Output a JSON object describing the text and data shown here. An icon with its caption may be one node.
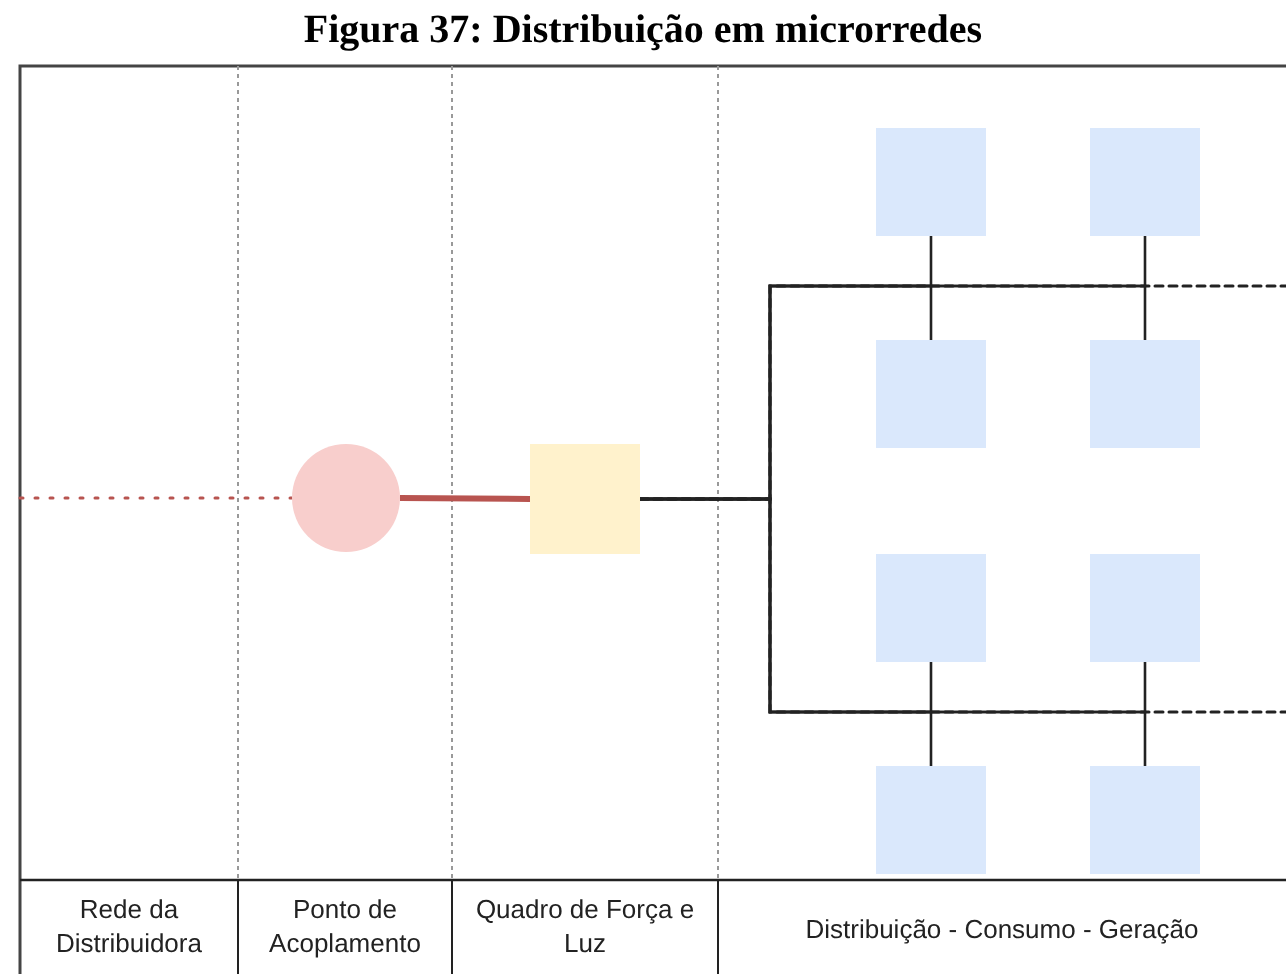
{
  "diagram": {
    "title": "Figura 37: Distribuição em microrredes",
    "nodes": [
      {
        "text": [],
        "shape": "circle"
      },
      {
        "text": [],
        "shape": "box"
      },
      {
        "text": [],
        "shape": "box"
      },
      {
        "text": [],
        "shape": "box"
      },
      {
        "text": [],
        "shape": "box"
      },
      {
        "text": [],
        "shape": "box"
      },
      {
        "text": [],
        "shape": "box"
      },
      {
        "text": [],
        "shape": "box"
      },
      {
        "text": [],
        "shape": "box"
      },
      {
        "text": [],
        "shape": "box"
      }
    ],
    "edges": [
      {
        "from": null,
        "to": 0,
        "arrow": "none",
        "style": "dashed",
        "color": "#b85450"
      },
      {
        "from": 0,
        "to": 1,
        "arrow": "none",
        "style": "thick",
        "color": "#b85450"
      },
      {
        "from": 1,
        "to": 2,
        "arrow": "none"
      },
      {
        "from": 1,
        "to": 3,
        "arrow": "none"
      },
      {
        "from": 1,
        "to": 4,
        "arrow": "none"
      },
      {
        "from": 1,
        "to": 5,
        "arrow": "none"
      },
      {
        "from": 1,
        "to": 6,
        "arrow": "none"
      },
      {
        "from": 1,
        "to": 7,
        "arrow": "none"
      },
      {
        "from": 1,
        "to": 8,
        "arrow": "none"
      },
      {
        "from": 1,
        "to": 9,
        "arrow": "none"
      },
      {
        "from": 1,
        "to": null,
        "arrow": "none",
        "style": "dashed"
      },
      {
        "from": 1,
        "to": null,
        "arrow": "none",
        "style": "dashed"
      }
    ],
    "labels": [
      "Rede da Distribuidora",
      "Ponto de Acoplamento",
      "Quadro de Força e Luz",
      "Distribuição - Consumo - Geração"
    ]
  }
}
